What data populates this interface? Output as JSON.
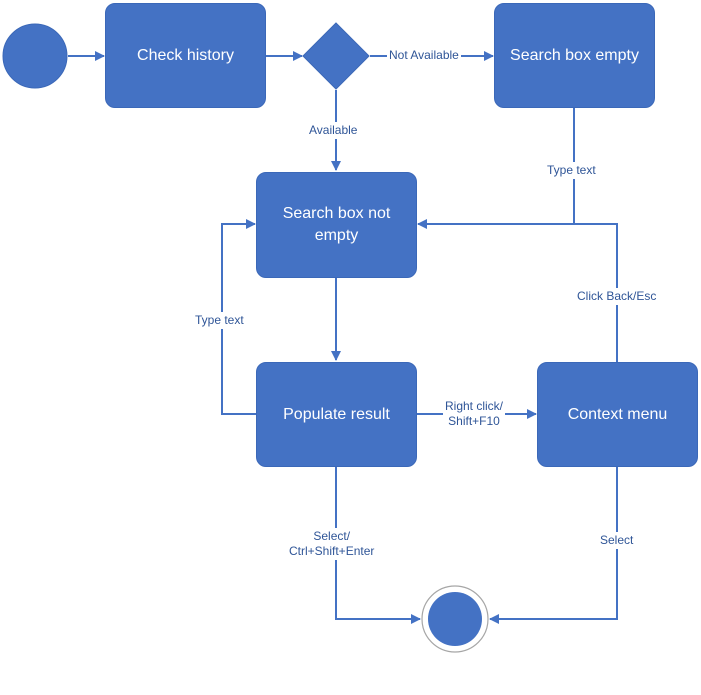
{
  "nodes": {
    "check_history": "Check history",
    "search_empty": "Search box empty",
    "search_not_empty": "Search box not empty",
    "populate_result": "Populate result",
    "context_menu": "Context menu"
  },
  "edges": {
    "not_available": "Not Available",
    "available": "Available",
    "type_text_right": "Type text",
    "type_text_left": "Type text",
    "click_back_esc": "Click Back/Esc",
    "right_click_line1": "Right click/",
    "right_click_line2": "Shift+F10",
    "select_left_line1": "Select/",
    "select_left_line2": "Ctrl+Shift+Enter",
    "select_right": "Select"
  },
  "colors": {
    "node_fill": "#4472c4",
    "line": "#4472c4",
    "label_text": "#2f5597"
  }
}
